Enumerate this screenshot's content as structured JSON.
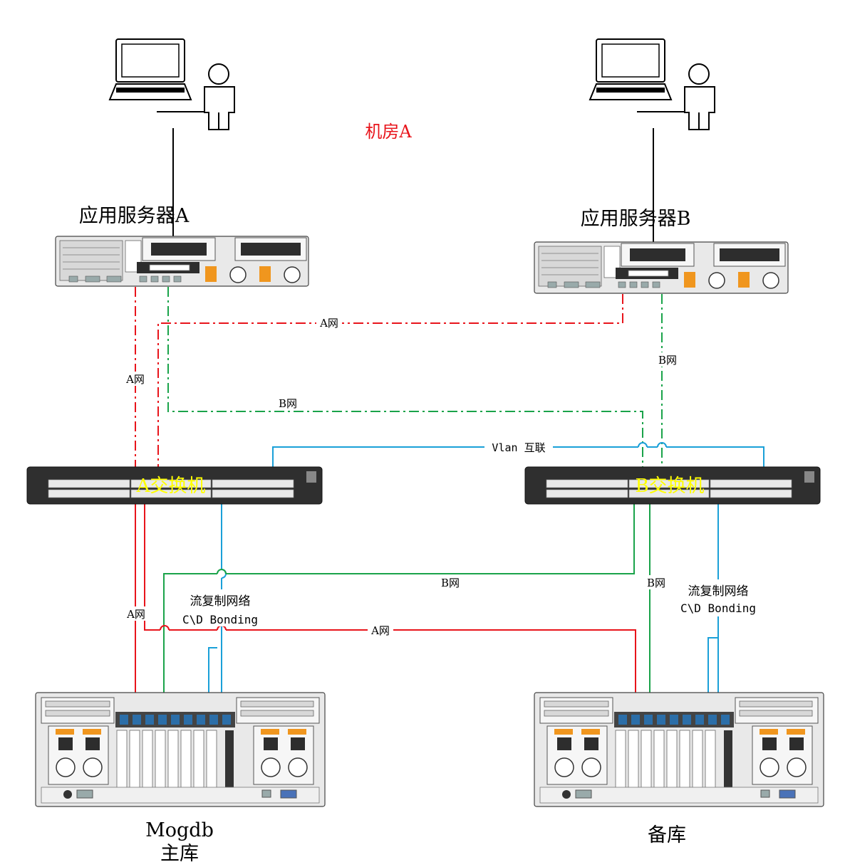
{
  "title": "机房A",
  "colors": {
    "a_net": "#e8141b",
    "b_net": "#1aa34a",
    "vlan": "#1aa0d8",
    "title": "#e8141b",
    "switch_text": "#ffff00",
    "black": "#000000"
  },
  "nodes": {
    "app_server_a": "应用服务器A",
    "app_server_b": "应用服务器B",
    "switch_a": "A交换机",
    "switch_b": "B交换机",
    "mogdb_primary_line1": "Mogdb",
    "mogdb_primary_line2": "主库",
    "standby": "备库"
  },
  "links": {
    "a_net_top": "A网",
    "a_net_left": "A网",
    "b_net_top": "B网",
    "b_net_right": "B网",
    "vlan": "Vlan 互联",
    "b_net_bottom": "B网",
    "b_net_bottom_right": "B网",
    "a_net_lower_left": "A网",
    "a_net_bottom": "A网",
    "stream_primary_1": "流复制网络",
    "stream_primary_2": "C\\D Bonding",
    "stream_standby_1": "流复制网络",
    "stream_standby_2": "C\\D Bonding"
  }
}
